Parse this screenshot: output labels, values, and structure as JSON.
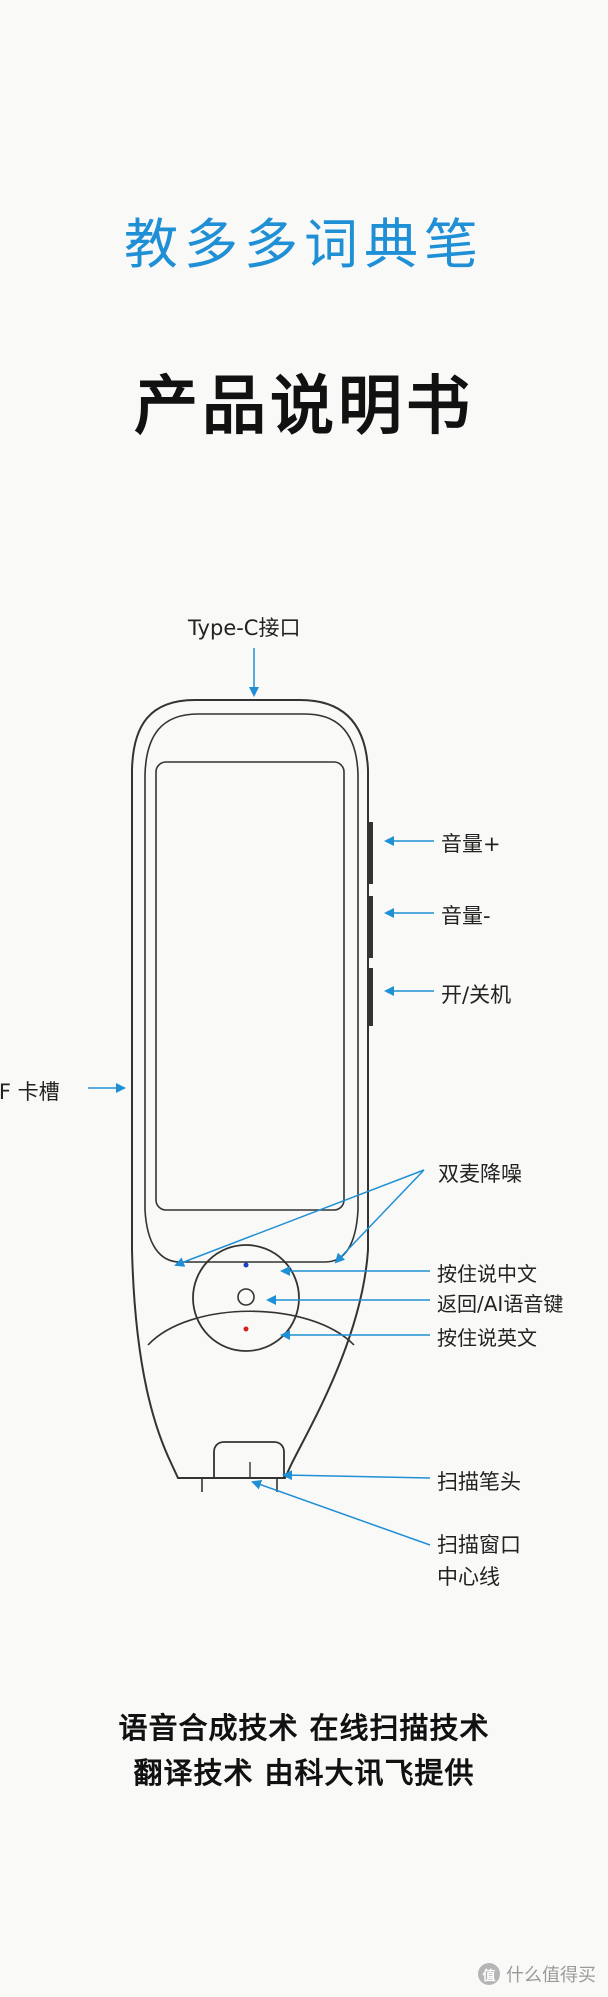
{
  "header": {
    "product_name": "教多多词典笔",
    "doc_title": "产品说明书"
  },
  "diagram": {
    "callouts": {
      "type_c_port": "Type-C接口",
      "volume_up": "音量+",
      "volume_down": "音量-",
      "power": "开/关机",
      "tf_slot": "TF 卡槽",
      "dual_mic": "双麦降噪",
      "hold_chinese": "按住说中文",
      "back_ai_voice": "返回/AI语音键",
      "hold_english": "按住说英文",
      "scan_head": "扫描笔头",
      "scan_window_center_line": "扫描窗口\n中心线"
    }
  },
  "footer": {
    "line1": "语音合成技术 在线扫描技术",
    "line2": "翻译技术 由科大讯飞提供"
  },
  "watermark": {
    "badge": "值",
    "text": "什么值得买"
  },
  "colors": {
    "brand_blue": "#1f8fd6",
    "arrow_blue": "#1f8fd6",
    "line_gray": "#333333",
    "dot_blue": "#1f3fbf",
    "dot_red": "#d62020"
  }
}
